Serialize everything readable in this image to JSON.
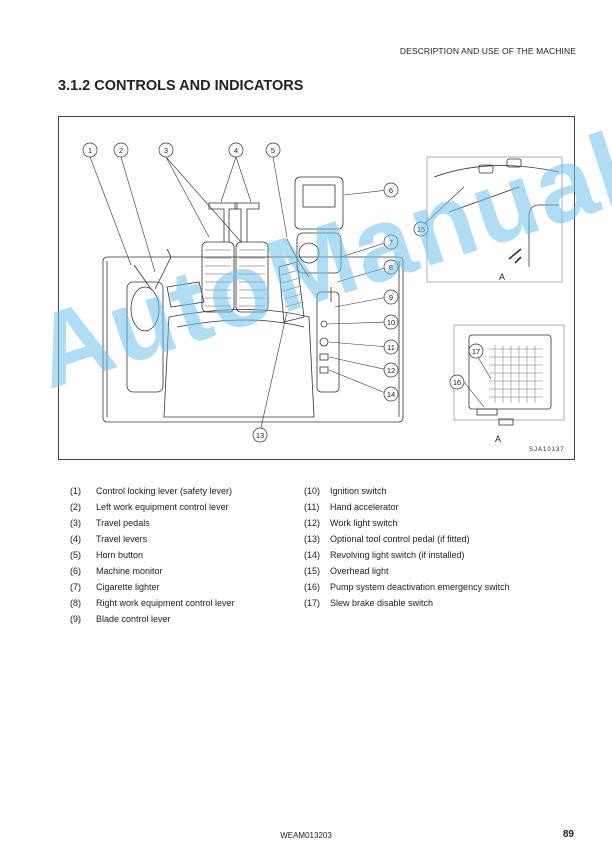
{
  "header": {
    "section_title": "DESCRIPTION AND USE OF THE MACHINE"
  },
  "heading": {
    "text": "3.1.2  CONTROLS AND INDICATORS"
  },
  "figure": {
    "callouts": [
      "1",
      "2",
      "3",
      "4",
      "5",
      "6",
      "7",
      "8",
      "9",
      "10",
      "11",
      "12",
      "13",
      "14",
      "15",
      "16",
      "17"
    ],
    "view_label_top": "A",
    "view_label_bottom": "A",
    "code": "SJA10137"
  },
  "legend": {
    "left": [
      {
        "num": "(1)",
        "text": "Control locking lever (safety lever)"
      },
      {
        "num": "(2)",
        "text": "Left work equipment control lever"
      },
      {
        "num": "(3)",
        "text": "Travel pedals"
      },
      {
        "num": "(4)",
        "text": "Travel levers"
      },
      {
        "num": "(5)",
        "text": "Horn button"
      },
      {
        "num": "(6)",
        "text": "Machine monitor"
      },
      {
        "num": "(7)",
        "text": "Cigarette lighter"
      },
      {
        "num": "(8)",
        "text": "Right work equipment control lever"
      },
      {
        "num": "(9)",
        "text": "Blade control lever"
      }
    ],
    "right": [
      {
        "num": "(10)",
        "text": "Ignition switch"
      },
      {
        "num": "(11)",
        "text": "Hand accelerator"
      },
      {
        "num": "(12)",
        "text": "Work light switch"
      },
      {
        "num": "(13)",
        "text": "Optional tool control pedal (if fitted)"
      },
      {
        "num": "(14)",
        "text": "Revolving light switch (if installed)"
      },
      {
        "num": "(15)",
        "text": "Overhead light"
      },
      {
        "num": "(16)",
        "text": "Pump system deactivation emergency switch"
      },
      {
        "num": "(17)",
        "text": "Slew brake disable switch"
      }
    ]
  },
  "watermark": {
    "text": "AutoManual"
  },
  "footer": {
    "code": "WEAM013203",
    "page": "89"
  }
}
